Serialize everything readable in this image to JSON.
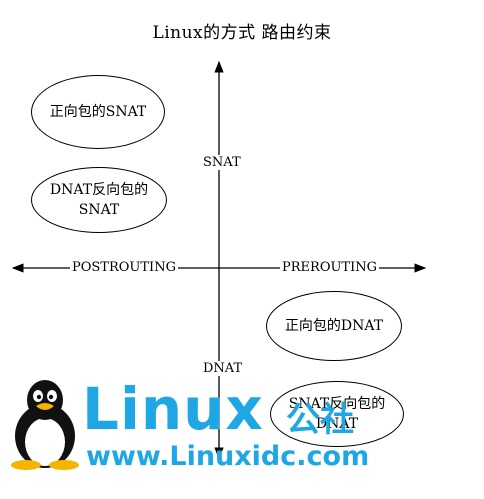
{
  "title": "Linux的方式 路由约束",
  "axes": {
    "top_label": "SNAT",
    "bottom_label": "DNAT",
    "left_label": "POSTROUTING",
    "right_label": "PREROUTING"
  },
  "ellipses": [
    {
      "line1": "正向包的SNAT",
      "line2": ""
    },
    {
      "line1": "DNAT反向包的",
      "line2": "SNAT"
    },
    {
      "line1": "正向包的DNAT",
      "line2": ""
    },
    {
      "line1": "SNAT反向包的",
      "line2": "DNAT"
    }
  ],
  "watermark": {
    "logo_word": "Linux",
    "logo_cn": "公社",
    "url": "www.Linuxidc.com",
    "color": "#1ea7e4"
  }
}
